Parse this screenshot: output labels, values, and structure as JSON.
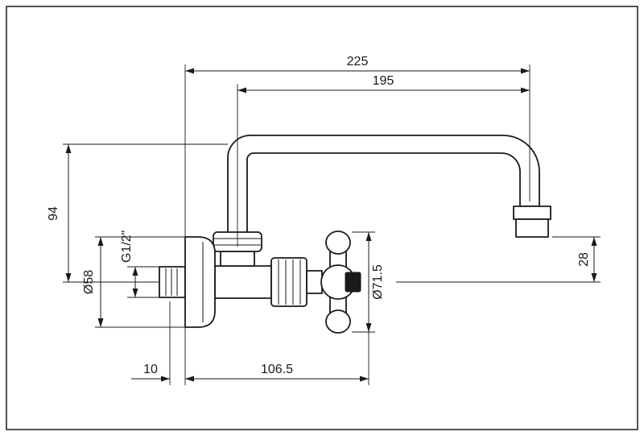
{
  "meta": {
    "type": "technical-dimension-drawing",
    "subject": "wall-mounted faucet with cross handle and swivel spout, side view",
    "background_color": "#ffffff",
    "line_color": "#1a1a1a"
  },
  "dimensions": {
    "overall_reach": "225",
    "spout_reach": "195",
    "spout_height": "94",
    "thread_size": "G1/2\"",
    "flange_diameter": "Ø58",
    "handle_diameter": "Ø71.5",
    "wall_inset": "10",
    "body_projection": "106.5",
    "outlet_drop": "28"
  }
}
